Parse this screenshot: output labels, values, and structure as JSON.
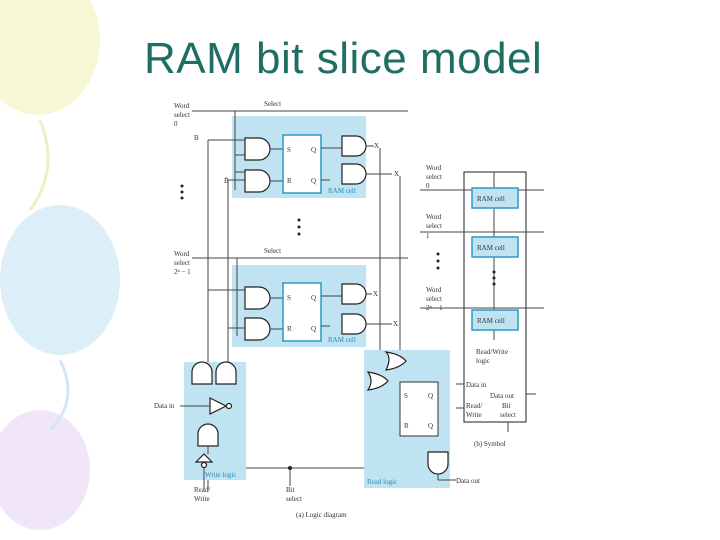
{
  "slide": {
    "title": "RAM bit slice model"
  },
  "colors": {
    "title": "#1f6e63",
    "cell_fill": "#bfe3f1",
    "cell_border": "#2a9bc8"
  },
  "diagram": {
    "top": {
      "word_select_0": [
        "Word",
        "select",
        "0"
      ],
      "select": "Select",
      "b": "B",
      "b_bar": "B̄",
      "s": "S",
      "r": "R",
      "q": "Q",
      "x": "X",
      "cell_label": "RAM cell"
    },
    "bottom": {
      "word_select_n": [
        "Word",
        "select",
        "2ⁿ − 1"
      ],
      "select": "Select",
      "s": "S",
      "r": "R",
      "q": "Q",
      "x": "X",
      "cell_label": "RAM cell"
    },
    "write_logic": {
      "data_in": "Data in",
      "label": "Write logic",
      "read_write": [
        "Read/",
        "Write"
      ]
    },
    "bit_select": [
      "Bit",
      "select"
    ],
    "read_logic": {
      "label": "Read logic",
      "s": "S",
      "r": "R",
      "q": "Q",
      "data_out": "Data out"
    },
    "caption_a": "(a) Logic diagram",
    "symbol": {
      "word_0": [
        "Word",
        "select",
        "0"
      ],
      "word_1": [
        "Word",
        "select",
        "1"
      ],
      "word_n": [
        "Word",
        "select",
        "2ⁿ − 1"
      ],
      "cell": "RAM cell",
      "rw_logic": [
        "Read/Write",
        "logic"
      ],
      "data_in": "Data in",
      "data_out": "Data out",
      "read_write": [
        "Read/",
        "Write"
      ],
      "bit_select": [
        "Bit",
        "select"
      ],
      "caption_b": "(b) Symbol"
    }
  }
}
